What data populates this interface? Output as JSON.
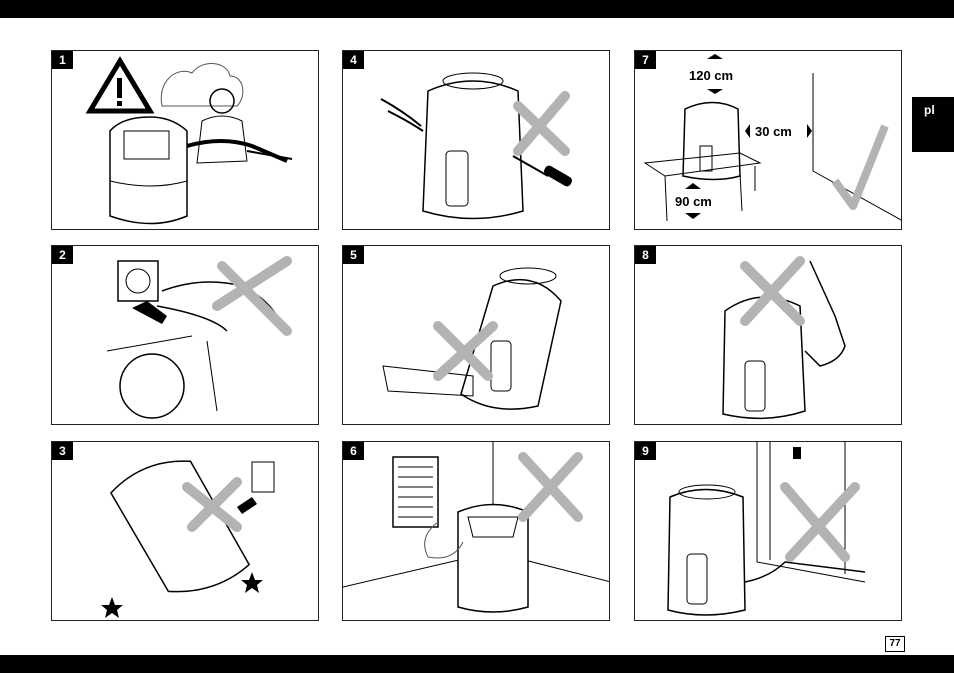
{
  "panels": [
    {
      "number": "1"
    },
    {
      "number": "4"
    },
    {
      "number": "7"
    },
    {
      "number": "2"
    },
    {
      "number": "5"
    },
    {
      "number": "8"
    },
    {
      "number": "3"
    },
    {
      "number": "6"
    },
    {
      "number": "9"
    }
  ],
  "dimensions": {
    "height_clearance": "120 cm",
    "wall_clearance": "30 cm",
    "table_height": "90 cm"
  },
  "language_tab": "pl",
  "page_number": "77",
  "colors": {
    "band": "#000000",
    "cross": "#b3b3b3",
    "check": "#b3b3b3"
  }
}
